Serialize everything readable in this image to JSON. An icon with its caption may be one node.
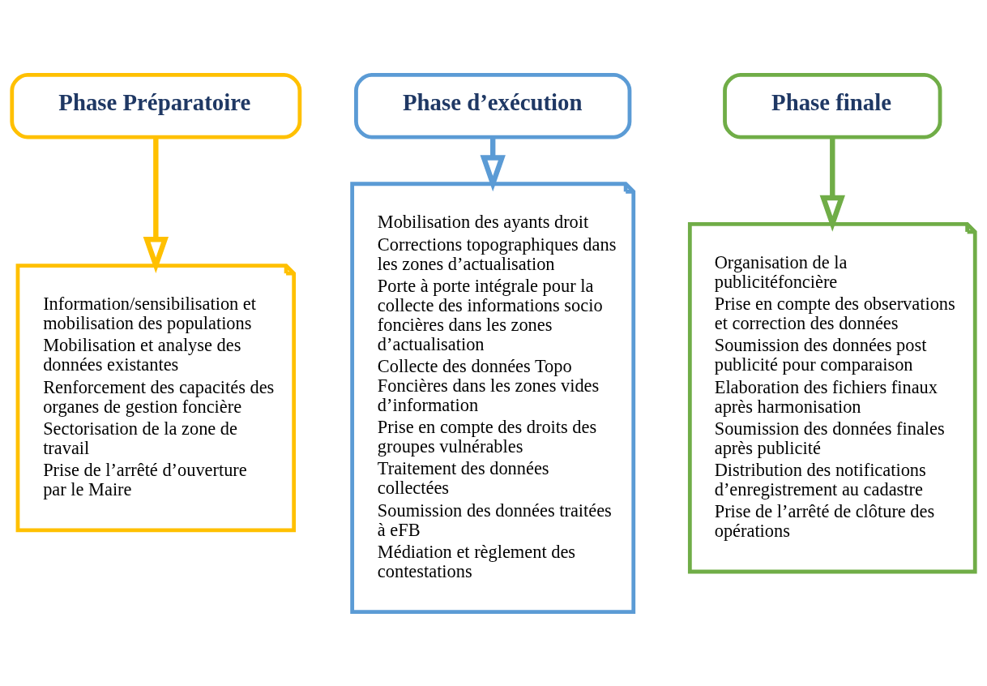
{
  "diagram": {
    "nodes": [
      {
        "text": [
          "Phase Préparatoire"
        ]
      },
      {
        "text": [
          "Information/sensibilisation et mobilisation des populations",
          "Mobilisation et analyse des données existantes",
          "Renforcement des capacités des organes de gestion foncière",
          "Sectorisation de la zone de travail",
          "Prise de l’arrêté d’ouverture par le Maire"
        ]
      },
      {
        "text": [
          "Phase d’exécution"
        ]
      },
      {
        "text": [
          "Mobilisation des ayants droit",
          "Corrections topographiques dans les zones d’actualisation",
          "Porte à porte intégrale pour la collecte des informations socio foncières dans les zones d’actualisation",
          "Collecte des données Topo Foncières dans les zones vides d’information",
          "Prise en compte des droits des groupes vulnérables",
          "Traitement des données collectées",
          "Soumission des données traitées à eFB",
          "Médiation et règlement des contestations"
        ]
      },
      {
        "text": [
          "Phase finale"
        ]
      },
      {
        "text": [
          "Organisation de la publicitéfoncière",
          "Prise en compte des observations et correction des données",
          "Soumission des données post publicité pour comparaison",
          "Elaboration des fichiers finaux après harmonisation",
          "Soumission des données finales après publicité",
          "Distribution des notifications d’enregistrement au cadastre",
          "Prise de l’arrêté de clôture des opérations"
        ]
      }
    ],
    "edges": [
      {
        "from": 0,
        "to": 1,
        "arrow": "to",
        "color": "#ffc000"
      },
      {
        "from": 2,
        "to": 3,
        "arrow": "to",
        "color": "#5b9bd5"
      },
      {
        "from": 4,
        "to": 5,
        "arrow": "to",
        "color": "#70ad47"
      }
    ]
  }
}
